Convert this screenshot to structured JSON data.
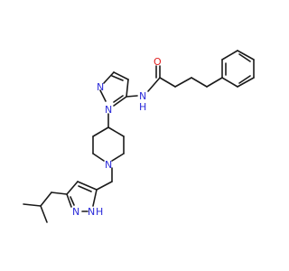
{
  "atom_labels": {
    "n_pyrazole_top": "N",
    "n_pyrazole_bottom": "N",
    "amide_nh": "N",
    "amide_h": "H",
    "amide_o": "O",
    "piperidine_n": "N",
    "n_pyrazole2_left": "N",
    "n_pyrazole2_right": "N",
    "n_pyrazole2_h": "H"
  },
  "colors": {
    "bond": "#1a1a1a",
    "nitrogen": "#2b2bd9",
    "oxygen": "#e02020",
    "background": "#ffffff"
  }
}
